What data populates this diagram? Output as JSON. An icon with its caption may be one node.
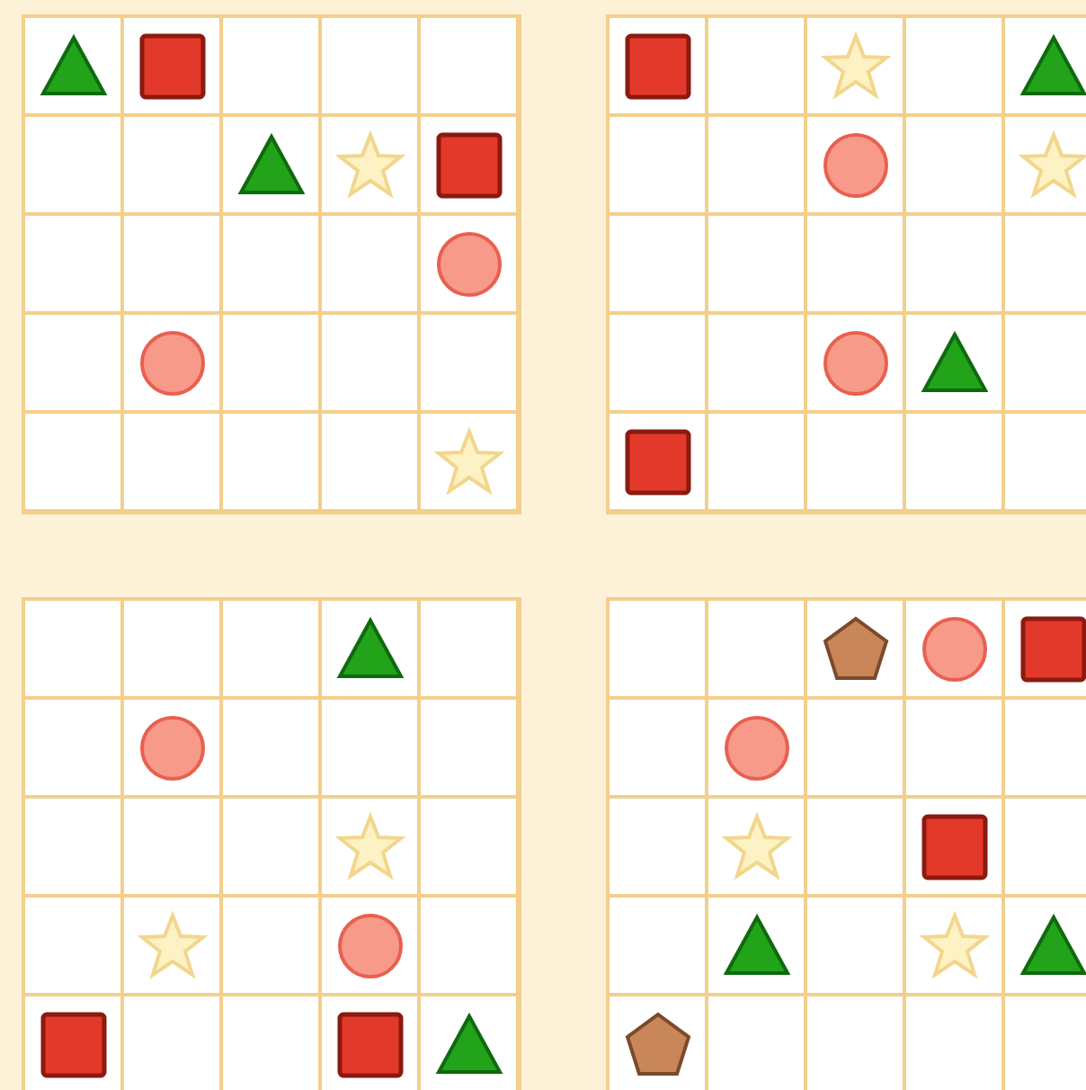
{
  "diagram": {
    "nodes": [
      {
        "text": [],
        "shape": "grid"
      },
      {
        "text": [],
        "shape": "grid"
      },
      {
        "text": [],
        "shape": "grid"
      },
      {
        "text": [],
        "shape": "grid"
      },
      {
        "text": [],
        "shape": "triangle",
        "in": 0
      },
      {
        "text": [],
        "shape": "square",
        "in": 0
      },
      {
        "text": [],
        "shape": "triangle",
        "in": 0
      },
      {
        "text": [],
        "shape": "star",
        "in": 0
      },
      {
        "text": [],
        "shape": "square",
        "in": 0
      },
      {
        "text": [],
        "shape": "circle",
        "in": 0
      },
      {
        "text": [],
        "shape": "circle",
        "in": 0
      },
      {
        "text": [],
        "shape": "star",
        "in": 0
      },
      {
        "text": [],
        "shape": "square",
        "in": 1
      },
      {
        "text": [],
        "shape": "star",
        "in": 1
      },
      {
        "text": [],
        "shape": "triangle",
        "in": 1
      },
      {
        "text": [],
        "shape": "circle",
        "in": 1
      },
      {
        "text": [],
        "shape": "star",
        "in": 1
      },
      {
        "text": [],
        "shape": "circle",
        "in": 1
      },
      {
        "text": [],
        "shape": "triangle",
        "in": 1
      },
      {
        "text": [],
        "shape": "square",
        "in": 1
      },
      {
        "text": [],
        "shape": "triangle",
        "in": 2
      },
      {
        "text": [],
        "shape": "circle",
        "in": 2
      },
      {
        "text": [],
        "shape": "star",
        "in": 2
      },
      {
        "text": [],
        "shape": "star",
        "in": 2
      },
      {
        "text": [],
        "shape": "circle",
        "in": 2
      },
      {
        "text": [],
        "shape": "square",
        "in": 2
      },
      {
        "text": [],
        "shape": "square",
        "in": 2
      },
      {
        "text": [],
        "shape": "triangle",
        "in": 2
      },
      {
        "text": [],
        "shape": "pentagon",
        "in": 3
      },
      {
        "text": [],
        "shape": "circle",
        "in": 3
      },
      {
        "text": [],
        "shape": "square",
        "in": 3
      },
      {
        "text": [],
        "shape": "circle",
        "in": 3
      },
      {
        "text": [],
        "shape": "star",
        "in": 3
      },
      {
        "text": [],
        "shape": "square",
        "in": 3
      },
      {
        "text": [],
        "shape": "triangle",
        "in": 3
      },
      {
        "text": [],
        "shape": "star",
        "in": 3
      },
      {
        "text": [],
        "shape": "triangle",
        "in": 3
      },
      {
        "text": [],
        "shape": "pentagon",
        "in": 3
      }
    ]
  }
}
